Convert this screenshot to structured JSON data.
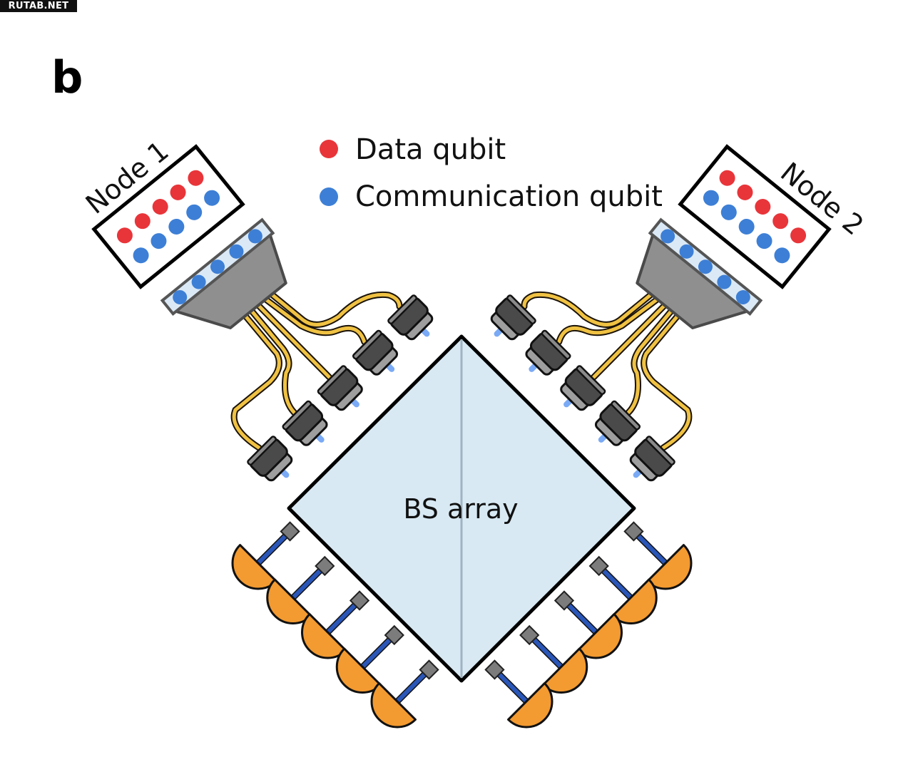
{
  "watermark": "RUTAB.NET",
  "panel_label": "b",
  "legend": {
    "items": [
      {
        "label": "Data qubit",
        "color": "#e8353a"
      },
      {
        "label": "Communication qubit",
        "color": "#3d7fd6"
      }
    ]
  },
  "nodes": [
    {
      "label": "Node 1",
      "data_qubit_count": 5,
      "communication_qubit_count": 5,
      "interface_qubit_count": 5
    },
    {
      "label": "Node 2",
      "data_qubit_count": 5,
      "communication_qubit_count": 5,
      "interface_qubit_count": 5
    }
  ],
  "center": {
    "label": "BS array",
    "fill": "#d8e9f3"
  },
  "fiber_color": "#f0c243",
  "collimators_per_node": 5,
  "detectors_per_side": 5,
  "detector_color": "#f39a30",
  "detector_lead_color": "#2a56b8"
}
